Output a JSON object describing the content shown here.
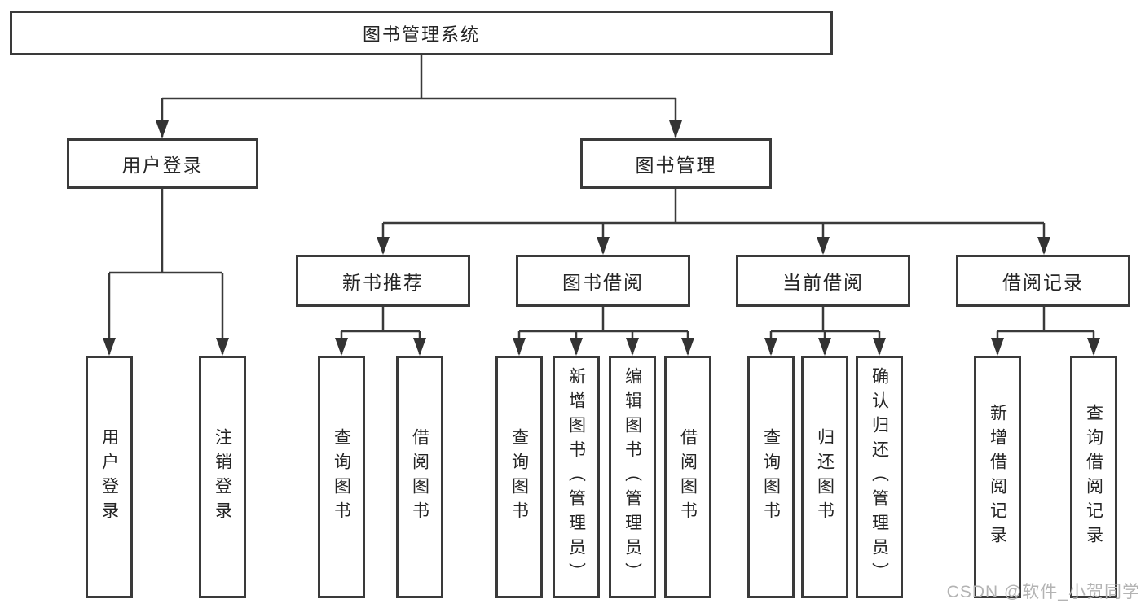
{
  "diagram_title": "图书管理系统",
  "colors": {
    "line": "#3a3a3a",
    "box_border": "#3a3a3a",
    "text": "#252525",
    "watermark": "#b3b3b3",
    "background": "#ffffff"
  },
  "tree": {
    "label": "图书管理系统",
    "children": [
      {
        "label": "用户登录",
        "children": [
          {
            "label": "用户登录"
          },
          {
            "label": "注销登录"
          }
        ]
      },
      {
        "label": "图书管理",
        "children": [
          {
            "label": "新书推荐",
            "children": [
              {
                "label": "查询图书"
              },
              {
                "label": "借阅图书"
              }
            ]
          },
          {
            "label": "图书借阅",
            "children": [
              {
                "label": "查询图书"
              },
              {
                "label": "新增图书（管理员）"
              },
              {
                "label": "编辑图书（管理员）"
              },
              {
                "label": "借阅图书"
              }
            ]
          },
          {
            "label": "当前借阅",
            "children": [
              {
                "label": "查询图书"
              },
              {
                "label": "归还图书"
              },
              {
                "label": "确认归还（管理员）"
              }
            ]
          },
          {
            "label": "借阅记录",
            "children": [
              {
                "label": "新增借阅记录"
              },
              {
                "label": "查询借阅记录"
              }
            ]
          }
        ]
      }
    ]
  },
  "watermark": "CSDN @软件_小贺同学"
}
